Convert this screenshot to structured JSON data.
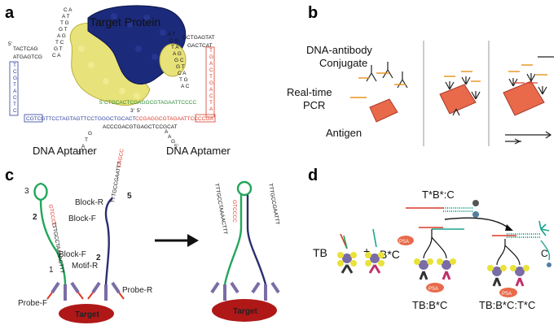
{
  "panels": {
    "a": {
      "label": "a",
      "target_protein": "Target Protein",
      "aptamer_left": "DNA Aptamer",
      "aptamer_right": "DNA Aptamer",
      "seq_bottom_blue": "CGTCGTTCCTAGTAGTTCCTGGGCTGCACT",
      "seq_bottom_red": "CCGAGGCGTAGAATTCCCCGA",
      "seq_green": "CTGCACTCGAGGCGTAGAATTCCCC",
      "seq_lower": "ACCCGACGTGAGCTCCGCAT",
      "seq_left_top": "TACTCAG",
      "seq_left_mid": "ATGAGTCG",
      "seq_right_top": "GCTGAGTAT",
      "seq_right_mid": "GACTCAT",
      "prime3": "3'",
      "prime5": "5'",
      "prime3_b": "3'",
      "prime5_b": "5'",
      "prime3_c": "3'"
    },
    "b": {
      "label": "b",
      "conjugate_line1": "DNA-antibody",
      "conjugate_line2": "Conjugate",
      "pcr_line1": "Real-time",
      "pcr_line2": "PCR",
      "antigen": "Antigen"
    },
    "c": {
      "label": "c",
      "block_r": "Block-R",
      "block_f_top": "Block-F",
      "block_f_bottom": "Block-F",
      "motif_r": "Motif-R",
      "probe_f": "Probe-F",
      "probe_r": "Probe-R",
      "target_left": "Target",
      "target_right": "Target",
      "num1": "1",
      "num2_left": "2",
      "num2_right": "2",
      "num3": "3",
      "num5": "5",
      "seq_left_black": "TTTGCCTAAAACTTT",
      "seq_left_red": "GTCCCC",
      "seq_right_black": "TTTGCCGAATTT",
      "seq_right_red": "CAGCC",
      "seq_after_left": "TTTGCCTAAAACTTT",
      "seq_after_right": "TTTGCCGAATTT",
      "seq_after_red": "GTCCCC"
    },
    "d": {
      "label": "d",
      "tb": "TB",
      "plus": "+",
      "bc": "B*C",
      "tbc": "T*B*:C",
      "psa": "PSA",
      "psa2": "PSA",
      "psa3": "PSA",
      "tb_bc": "TB:B*C",
      "tb_bc_tc": "TB:B*C:T*C",
      "c": "C"
    }
  },
  "colors": {
    "protein_blue": "#1b2a7a",
    "protein_yellow": "#e8e27a",
    "dna_blue": "#2b3f9e",
    "dna_red": "#d93a2a",
    "dna_green": "#2e8b3a",
    "antigen": "#e86a4a",
    "target_red": "#b01818",
    "strand_green": "#22a65a",
    "strand_navy": "#2a2f6e",
    "teal": "#1aa38f",
    "orange": "#e8901a"
  }
}
